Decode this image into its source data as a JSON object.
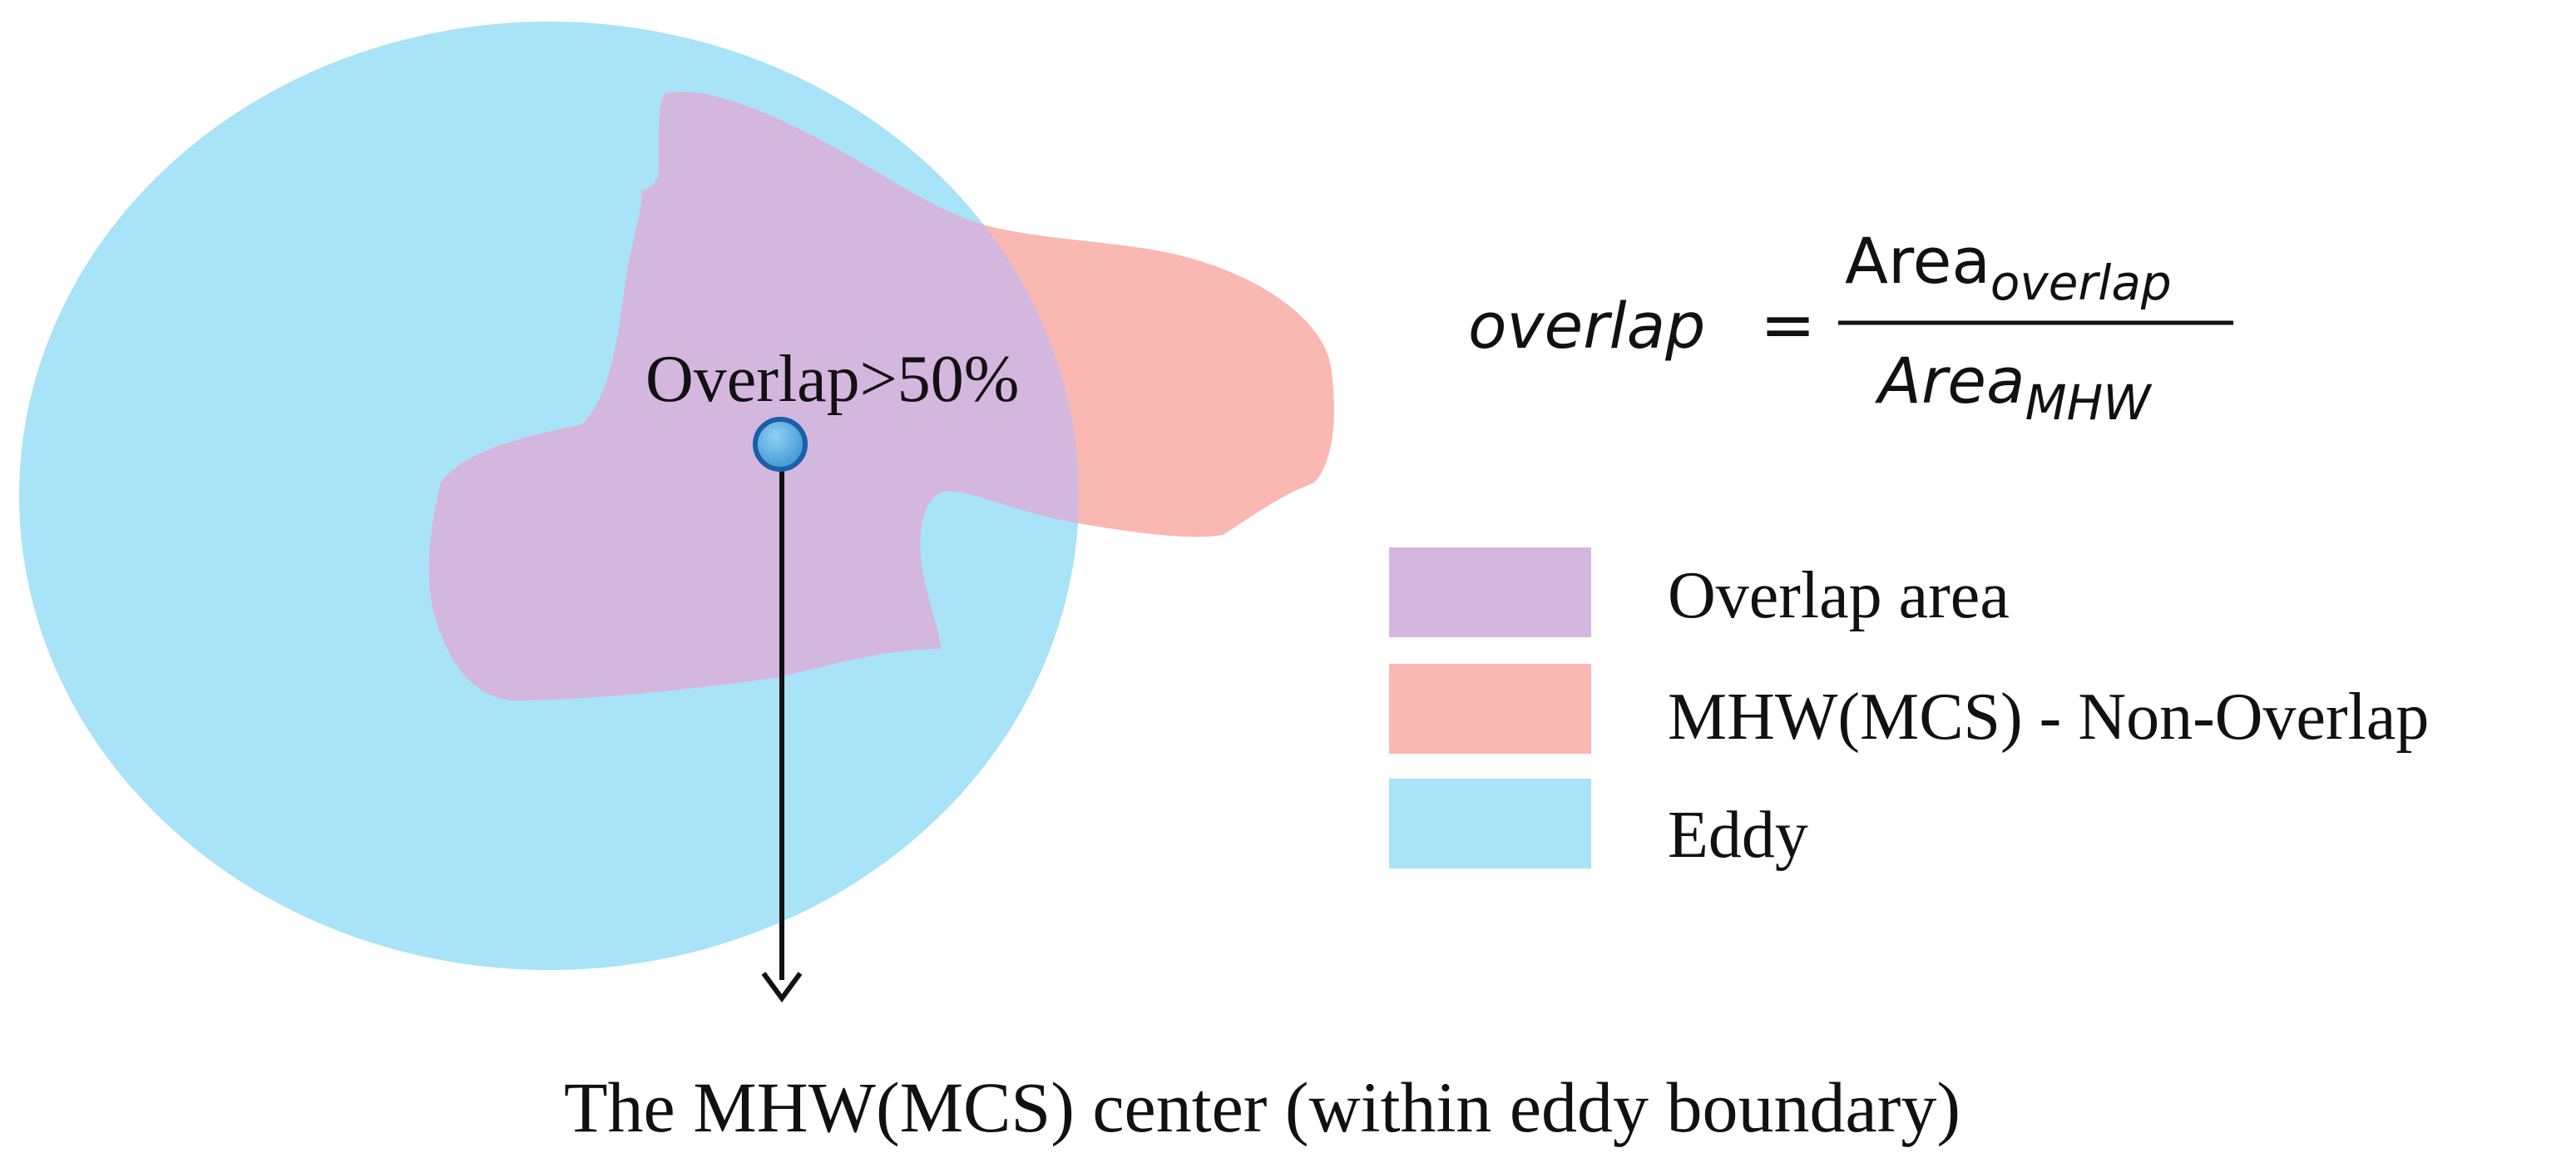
{
  "diagram": {
    "overlap_label": "Overlap>50%",
    "center_caption": "The MHW(MCS) center (within eddy boundary)"
  },
  "formula": {
    "lhs": "overlap",
    "equals": "=",
    "numerator_base": "Area",
    "numerator_sub": "overlap",
    "denominator_base": "Area",
    "denominator_sub": "MHW"
  },
  "legend": {
    "items": [
      {
        "label": "Overlap area",
        "color": "#d4b7df"
      },
      {
        "label": "MHW(MCS) - Non-Overlap",
        "color": "#fab8b3"
      },
      {
        "label": "Eddy",
        "color": "#a8e3f8"
      }
    ]
  },
  "colors": {
    "eddy": "#a8e3f8",
    "overlap": "#d4b7df",
    "mhw_non_overlap": "#fab8b3",
    "center_dot": "#4aa8df",
    "center_dot_stroke": "#1a5fa8",
    "arrow": "#111111",
    "text": "#111111"
  }
}
